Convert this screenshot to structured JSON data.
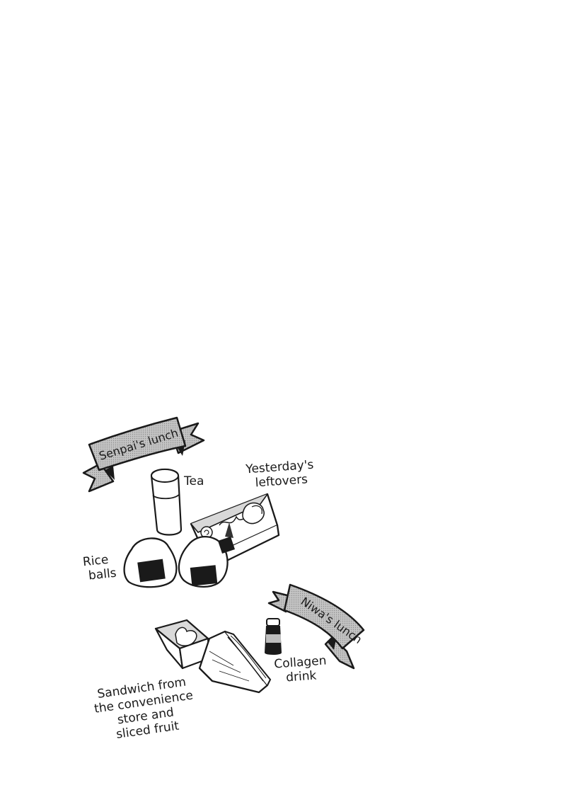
{
  "page": {
    "background": "#ffffff",
    "ink": "#1a1a1a",
    "screentone_gray": "#b8b8b8"
  },
  "banners": {
    "senpai": {
      "title": "Senpai's lunch"
    },
    "niwa": {
      "title": "Niwa's lunch"
    }
  },
  "senpai_items": {
    "tea": {
      "label": "Tea"
    },
    "leftovers": {
      "line1": "Yesterday's",
      "line2": "leftovers"
    },
    "rice_balls": {
      "line1": "Rice",
      "line2": "balls"
    }
  },
  "niwa_items": {
    "collagen": {
      "line1": "Collagen",
      "line2": "drink"
    },
    "sandwich": {
      "line1": "Sandwich from",
      "line2": "the convenience",
      "line3": "store and",
      "line4": "sliced fruit"
    }
  }
}
